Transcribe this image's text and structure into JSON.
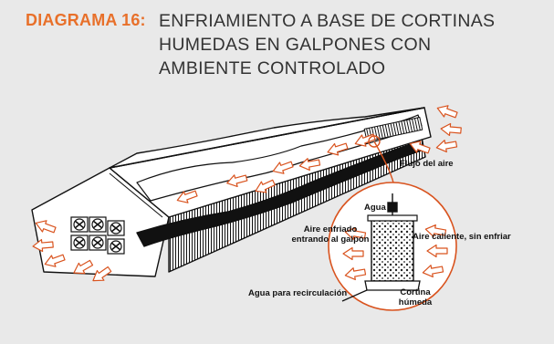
{
  "header": {
    "label": "DIAGRAMA 16:",
    "title_lines": [
      "ENFRIAMIENTO A BASE DE CORTINAS",
      "HUMEDAS EN GALPONES CON",
      "AMBIENTE CONTROLADO"
    ]
  },
  "labels": {
    "flujo": "Flujo del aire",
    "agua": "Agua",
    "aire_enfriado_1": "Aire enfriado",
    "aire_enfriado_2": "entrando al galpón",
    "aire_caliente": "Aire caliente, sin enfriar",
    "cortina_1": "Cortina",
    "cortina_2": "húmeda",
    "recirculacion": "Agua para recirculación"
  },
  "colors": {
    "accent": "#e8702a",
    "arrow_fill": "#ffffff",
    "arrow_stroke": "#d9531e",
    "background": "#e9e9e9",
    "line": "#111111"
  }
}
